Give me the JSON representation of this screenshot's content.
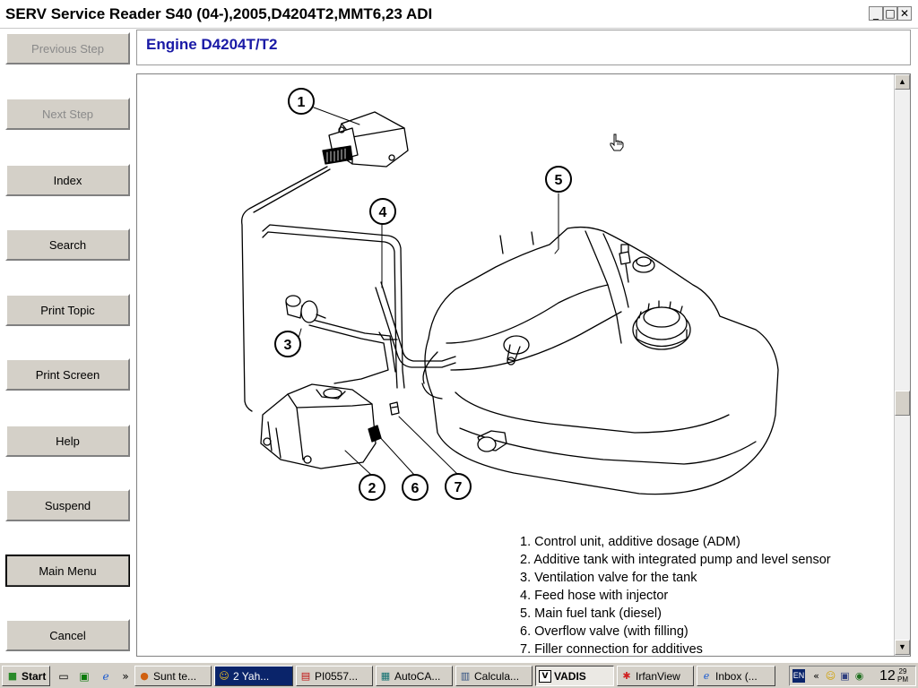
{
  "window": {
    "title": "SERV Service Reader S40 (04-),2005,D4204T2,MMT6,23 ADI",
    "minimize": "_",
    "maximize": "□",
    "close": "✕"
  },
  "nav": {
    "previous_step": "Previous Step",
    "next_step": "Next Step",
    "index": "Index",
    "search": "Search",
    "print_topic": "Print Topic",
    "print_screen": "Print Screen",
    "help": "Help",
    "suspend": "Suspend",
    "main_menu": "Main Menu",
    "cancel": "Cancel"
  },
  "heading": "Engine D4204T/T2",
  "diagram": {
    "callouts": [
      "1",
      "2",
      "3",
      "4",
      "5",
      "6",
      "7"
    ]
  },
  "legend": [
    "1. Control unit, additive dosage (ADM)",
    "2. Additive tank with integrated pump and level sensor",
    "3. Ventilation valve for the tank",
    "4. Feed hose with injector",
    "5. Main fuel tank (diesel)",
    "6. Overflow valve (with filling)",
    "7. Filler connection for additives"
  ],
  "taskbar": {
    "start": "Start",
    "chevron": "»",
    "tasks": [
      {
        "label": "Sunt te..."
      },
      {
        "label": "2 Yah..."
      },
      {
        "label": "PI0557..."
      },
      {
        "label": "AutoCA..."
      },
      {
        "label": "Calcula..."
      },
      {
        "label": "VADIS"
      },
      {
        "label": "IrfanView"
      },
      {
        "label": "Inbox (..."
      }
    ],
    "tray": {
      "language": "EN",
      "tray_chevron": "«",
      "clock_hour": "12",
      "clock_min": "29",
      "clock_ampm": "PM"
    }
  }
}
